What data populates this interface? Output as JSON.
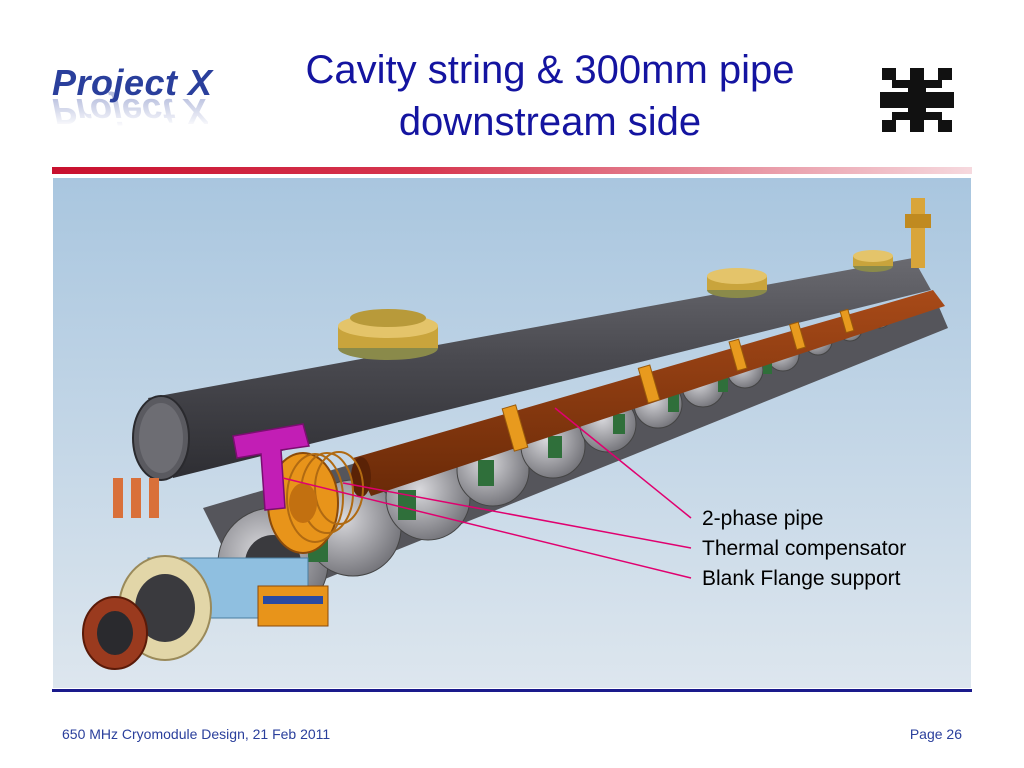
{
  "header": {
    "logo_text": "Project X",
    "title_line1": "Cavity string & 300mm pipe",
    "title_line2": "downstream side"
  },
  "annotations": [
    "2-phase pipe",
    "Thermal compensator",
    "Blank Flange support"
  ],
  "footer": {
    "left": "650 MHz Cryomodule Design, 21 Feb 2011",
    "right": "Page 26"
  },
  "colors": {
    "title": "#1414a0",
    "logo": "#2a3f9c",
    "accent_bar": "#c8102e",
    "leader_lines": "#e0006f",
    "pipe": "#4a4a4f",
    "two_phase_pipe": "#8b3a10",
    "thermal_compensator": "#e8941a",
    "flange_support": "#c21eb5"
  }
}
